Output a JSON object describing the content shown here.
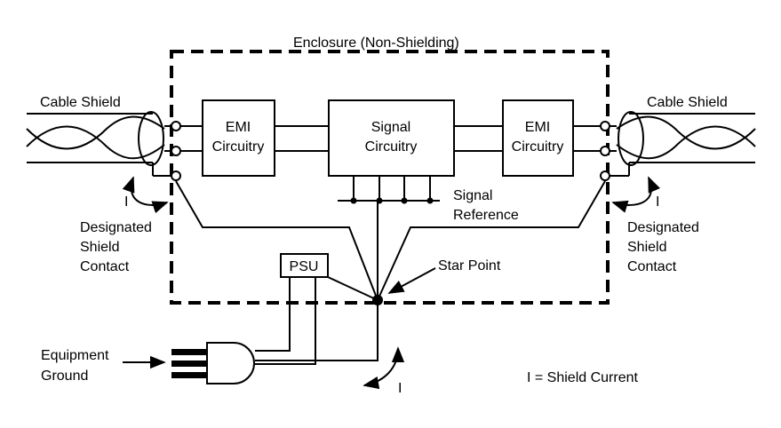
{
  "labels": {
    "enclosure": "Enclosure (Non-Shielding)",
    "cable_shield_left": "Cable Shield",
    "cable_shield_right": "Cable Shield",
    "emi_left": [
      "EMI",
      "Circuitry"
    ],
    "emi_right": [
      "EMI",
      "Circuitry"
    ],
    "signal_circuitry": [
      "Signal",
      "Circuitry"
    ],
    "signal_reference": [
      "Signal",
      "Reference"
    ],
    "designated_left": [
      "Designated",
      "Shield",
      "Contact"
    ],
    "designated_right": [
      "Designated",
      "Shield",
      "Contact"
    ],
    "psu": "PSU",
    "star_point": "Star Point",
    "equipment_ground": [
      "Equipment",
      "Ground"
    ],
    "current_symbol": "I",
    "legend": "I = Shield Current"
  }
}
